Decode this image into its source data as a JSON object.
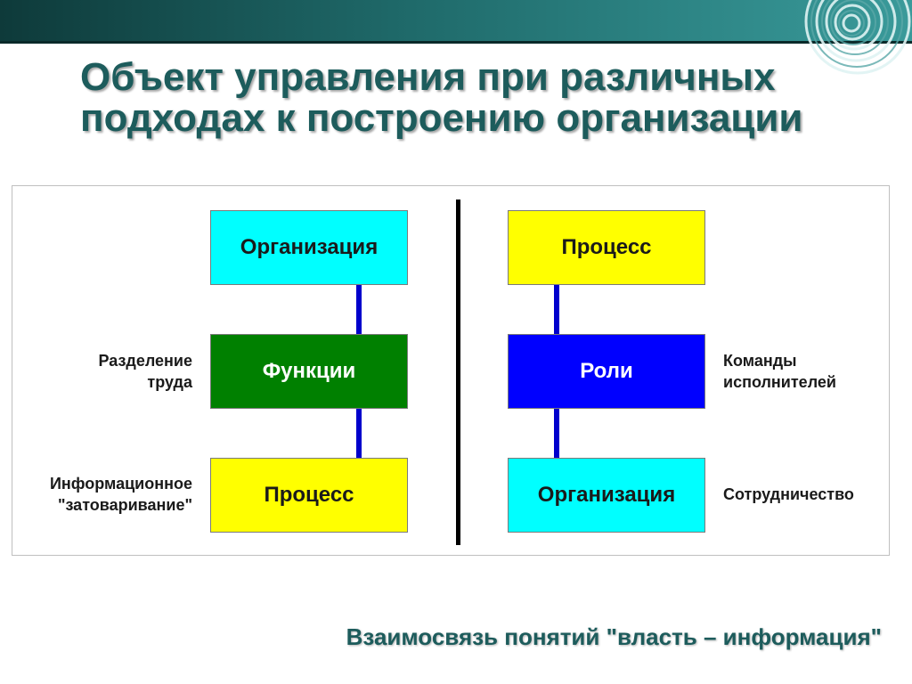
{
  "slide": {
    "title_line1": "Объект управления при различных",
    "title_line2": "подходах к построению организации",
    "footer": "Взаимосвязь понятий \"власть – информация\""
  },
  "left_column": {
    "boxes": [
      {
        "label": "Организация",
        "color": "#00ffff"
      },
      {
        "label": "Функции",
        "color": "#008000"
      },
      {
        "label": "Процесс",
        "color": "#ffff00"
      }
    ],
    "side_labels": [
      {
        "line1": "Разделение",
        "line2": "труда"
      },
      {
        "line1": "Информационное",
        "line2": "\"затоваривание\""
      }
    ]
  },
  "right_column": {
    "boxes": [
      {
        "label": "Процесс",
        "color": "#ffff00"
      },
      {
        "label": "Роли",
        "color": "#0000ff"
      },
      {
        "label": "Организация",
        "color": "#00ffff"
      }
    ],
    "side_labels": [
      {
        "line1": "Команды",
        "line2": "исполнителей"
      },
      {
        "line1": "Сотрудничество",
        "line2": ""
      }
    ]
  },
  "colors": {
    "accent_title": "#1d5c5c",
    "connector": "#0000cc",
    "divider": "#000000"
  }
}
